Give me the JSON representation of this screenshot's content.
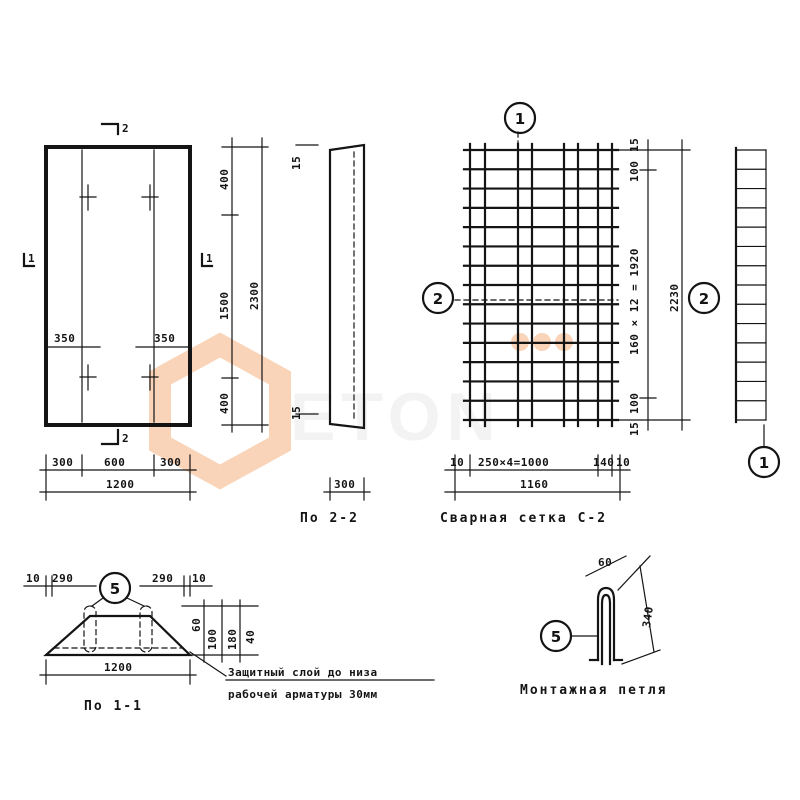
{
  "watermark": {
    "text": "ETON",
    "accent_color": "#f7c9a8"
  },
  "panel_plan": {
    "section_mark_top": "2",
    "section_mark_bottom": "2",
    "section_mark_left": "1",
    "section_mark_right": "1",
    "dim_left_inset": "350",
    "dim_right_inset": "350",
    "dim_bottom_parts": [
      "300",
      "600",
      "300"
    ],
    "dim_bottom_total": "1200",
    "dim_height_parts": [
      "400",
      "1500",
      "400"
    ],
    "dim_height_total": "2300"
  },
  "section_2_2": {
    "dim_top": "15",
    "dim_bottom": "15",
    "dim_width": "300",
    "caption": "По 2-2"
  },
  "mesh_c2": {
    "callout_1": "1",
    "callout_2_left": "2",
    "callout_2_right": "2",
    "callout_1_side": "1",
    "dim_top_edge": "15",
    "dim_top_space": "100",
    "dim_vertical": "160 × 12 = 1920",
    "dim_total_height": "2230",
    "dim_bottom_space": "100",
    "dim_bottom_edge": "15",
    "dim_bottom_parts": [
      "10",
      "250×4=1000",
      "140",
      "10"
    ],
    "dim_bottom_total": "1160",
    "caption": "Сварная сетка С-2"
  },
  "section_1_1": {
    "callout": "5",
    "dim_left": [
      "10",
      "290"
    ],
    "dim_right": [
      "290",
      "10"
    ],
    "dim_heights": [
      "60",
      "100",
      "180",
      "40"
    ],
    "dim_width": "1200",
    "caption": "По 1-1",
    "note_line1": "Защитный слой до низа",
    "note_line2": "рабочей арматуры 30мм"
  },
  "loop": {
    "callout": "5",
    "dim_width": "60",
    "dim_height": "340",
    "caption": "Монтажная петля"
  }
}
